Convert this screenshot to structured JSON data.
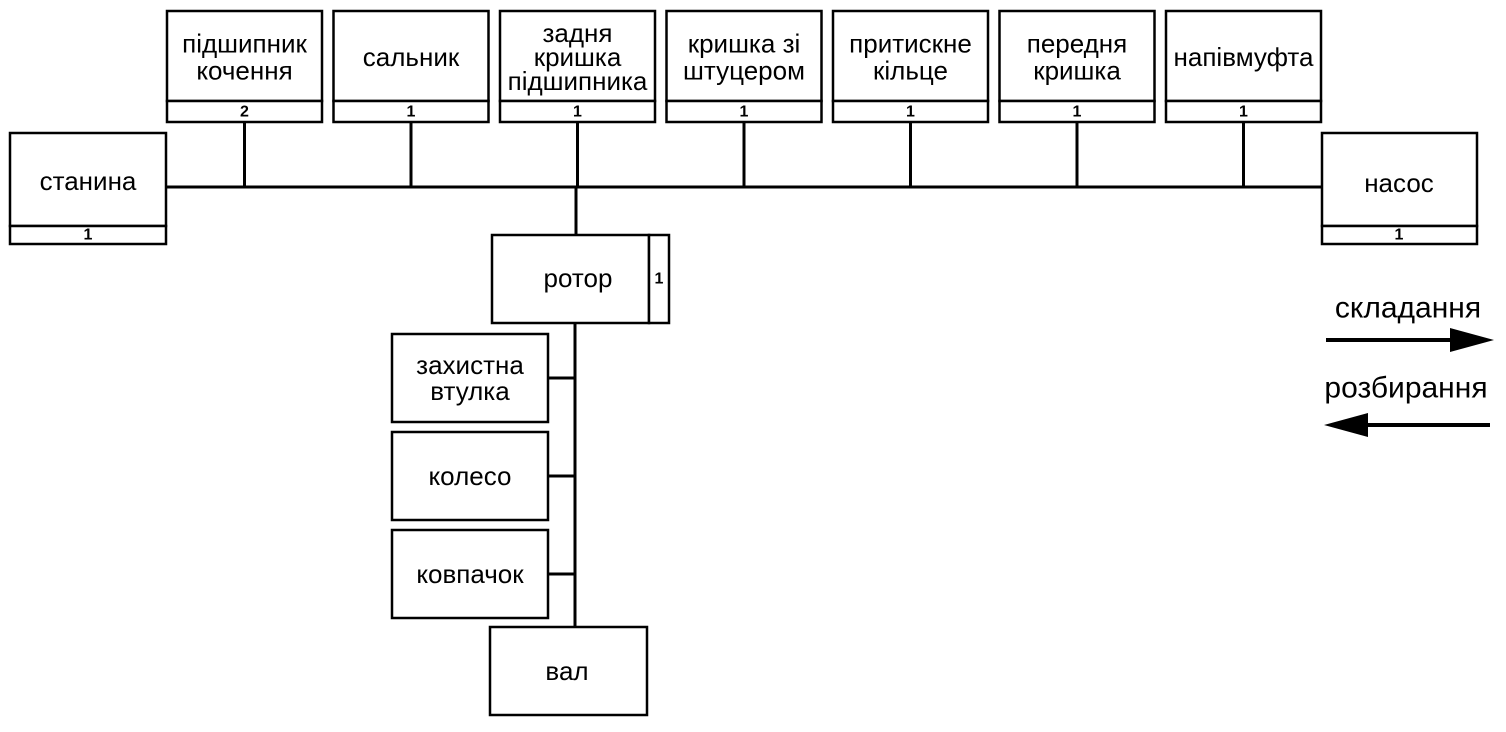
{
  "title": "",
  "base": {
    "label": "станина",
    "qty": "1"
  },
  "product": {
    "label": "насос",
    "qty": "1"
  },
  "parts": [
    {
      "label": [
        "підшипник",
        "кочення"
      ],
      "qty": "2"
    },
    {
      "label": [
        "сальник"
      ],
      "qty": "1"
    },
    {
      "label": [
        "задня",
        "кришка",
        "підшипника"
      ],
      "qty": "1"
    },
    {
      "label": [
        "кришка зі",
        "штуцером"
      ],
      "qty": "1"
    },
    {
      "label": [
        "притискне",
        "кільце"
      ],
      "qty": "1"
    },
    {
      "label": [
        "передня",
        "кришка"
      ],
      "qty": "1"
    },
    {
      "label": [
        "напівмуфта"
      ],
      "qty": "1"
    }
  ],
  "subassembly": {
    "label": "ротор",
    "qty": "1",
    "parts": [
      {
        "label": [
          "захистна",
          "втулка"
        ]
      },
      {
        "label": [
          "колесо"
        ]
      },
      {
        "label": [
          "ковпачок"
        ]
      }
    ],
    "base": {
      "label": "вал"
    }
  },
  "legend": {
    "assembly": "складання",
    "disassembly": "розбирання"
  },
  "colors": {
    "stroke": "#000000",
    "background": "#ffffff"
  }
}
